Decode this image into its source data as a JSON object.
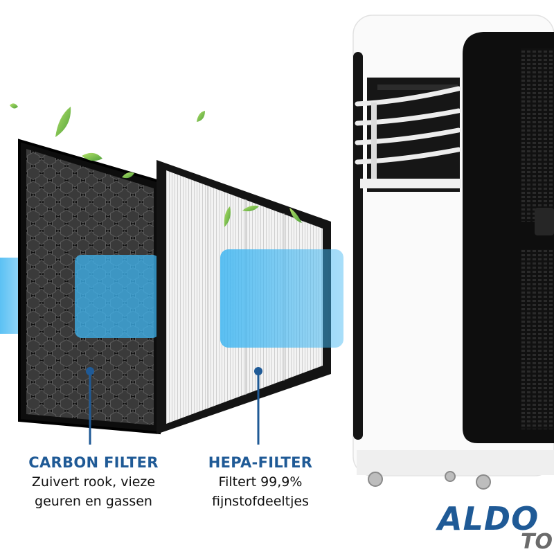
{
  "colors": {
    "accent": "#1f5a96",
    "brand": "#1f5a96",
    "brand_sub": "#6b6b6b",
    "airflow": "#3fb6f2"
  },
  "carbon_filter": {
    "title": "CARBON FILTER",
    "desc_line1": "Zuivert rook, vieze",
    "desc_line2": "geuren en gassen"
  },
  "hepa_filter": {
    "title": "HEPA-FILTER",
    "desc_line1": "Filtert 99,9%",
    "desc_line2": "fijnstofdeeltjes"
  },
  "brand": {
    "name": "ALDO",
    "sub": "TO"
  },
  "icons": {
    "leaf": "leaf-icon",
    "pointer": "pointer-dot-icon"
  }
}
